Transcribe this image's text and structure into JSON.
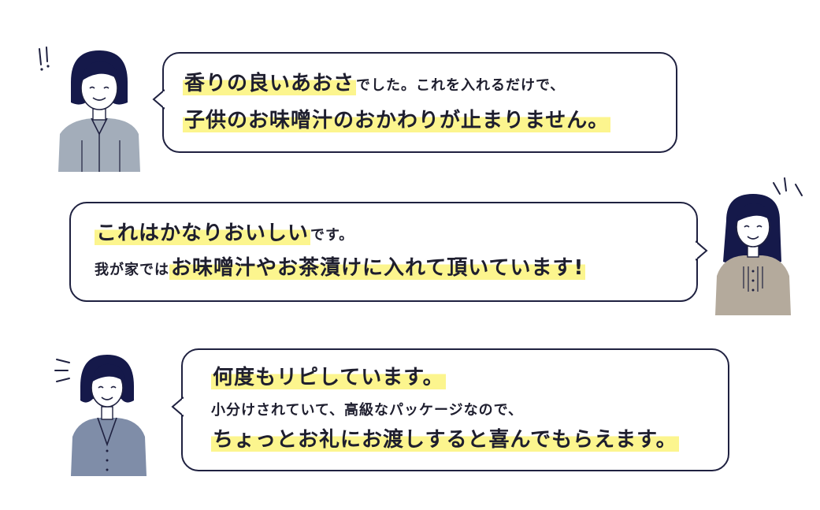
{
  "testimonials": [
    {
      "line1_highlight": "香りの良いあおさ",
      "line1_rest": "でした。これを入れるだけで、",
      "line2_highlight": "子供のお味噌汁のおかわりが止まりません。"
    },
    {
      "line1_highlight": "これはかなりおいしい",
      "line1_rest": "です。",
      "line2_plain": "我が家では",
      "line2_highlight": "お味噌汁やお茶漬けに入れて頂いています!"
    },
    {
      "line1_highlight": "何度もリピしています。",
      "line2_plain": "小分けされていて、高級なパッケージなので、",
      "line3_highlight": "ちょっとお礼にお渡しすると喜んでもらえます。"
    }
  ],
  "colors": {
    "border": "#1f2140",
    "highlight": "#fcf58e",
    "shirt_1": "#a3adba",
    "shirt_2": "#b4aa9c",
    "shirt_3": "#7f8da8",
    "hair": "#15194a"
  }
}
